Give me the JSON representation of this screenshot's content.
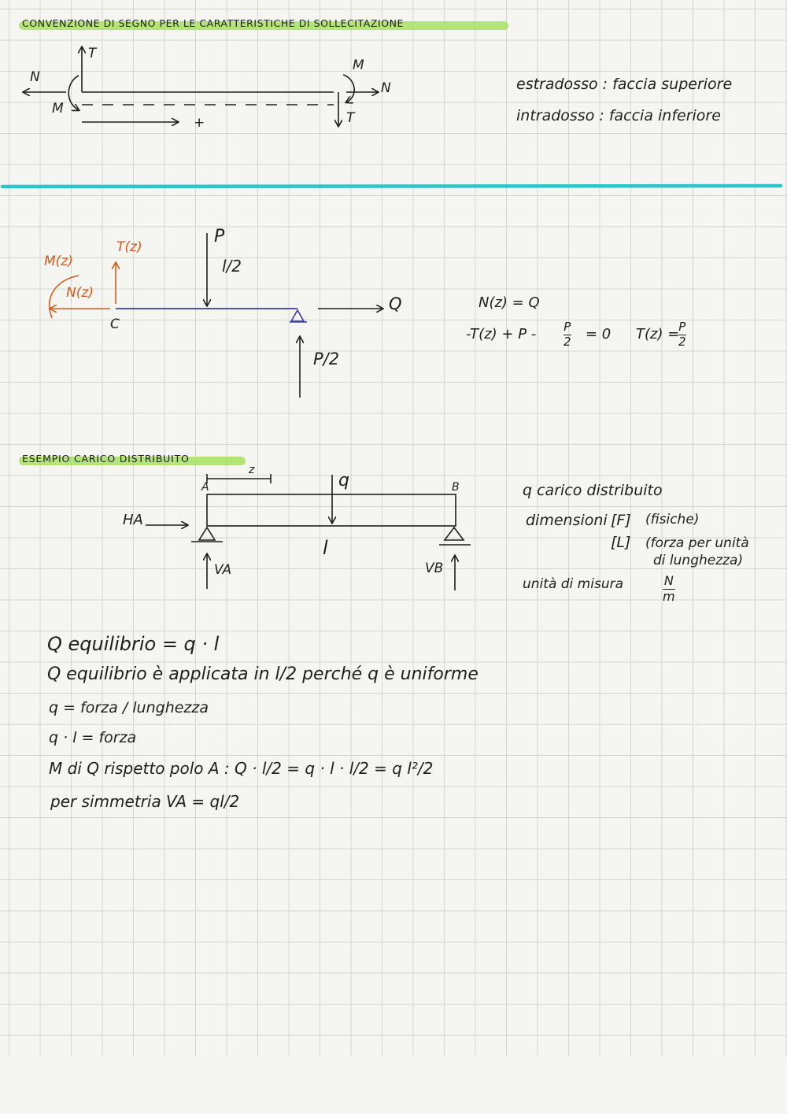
{
  "sections": {
    "sign_convention": {
      "title": "CONVENZIONE DI SEGNO PER LE CARATTERISTICHE DI SOLLECITAZIONE",
      "labels": {
        "N_left": "N",
        "T_left": "T",
        "M_left": "M",
        "M_right": "M",
        "N_right": "N",
        "T_right": "T",
        "plus": "+"
      },
      "notes": [
        "estradosso : faccia superiore",
        "intradosso : faccia inferiore"
      ]
    },
    "free_body": {
      "labels": {
        "M": "M(z)",
        "T": "T(z)",
        "N": "N(z)",
        "C": "C",
        "P": "P",
        "l_half": "l/2",
        "Q": "Q",
        "P_half": "P/2"
      },
      "equations": {
        "eq1": "N(z) = Q",
        "eq2_left": "-T(z) + P -",
        "eq2_num": "P",
        "eq2_den": "2",
        "eq2_right": "= 0",
        "eq3_left": "T(z) =",
        "eq3_num": "P",
        "eq3_den": "2"
      }
    },
    "distributed_load": {
      "title": "ESEMPIO CARICO DISTRIBUITO",
      "labels": {
        "A": "A",
        "B": "B",
        "z": "z",
        "q": "q",
        "HA": "HA",
        "l": "l",
        "VA": "VA",
        "VB": "VB"
      },
      "notes": {
        "line1": "q carico distribuito",
        "line2_prefix": "dimensioni",
        "line2_unit1": "[F]",
        "line2_suffix1": "(fisiche)",
        "line2_unit2": "[L]",
        "line2_suffix2": "(forza per unità",
        "line2_suffix3": "di lunghezza)",
        "line3": "unità di misura",
        "unit_num": "N",
        "unit_den": "m"
      },
      "formulas": [
        "Q equilibrio = q · l",
        "Q equilibrio è applicata in l/2 perché q è uniforme",
        "q = forza / lunghezza",
        "q · l = forza",
        "M di Q rispetto polo A :  Q · l/2 = q · l · l/2 = q l²/2",
        "per simmetria  VA = ql/2"
      ]
    }
  },
  "colors": {
    "highlight_green": "#a8e063",
    "divider_teal": "#2ec4cc",
    "beam_blue": "#3a3aa8",
    "internal_orange": "#d35a1a",
    "ink": "#1e1e1e",
    "grid": "#d3d6d0",
    "paper": "#f5f6f1"
  }
}
